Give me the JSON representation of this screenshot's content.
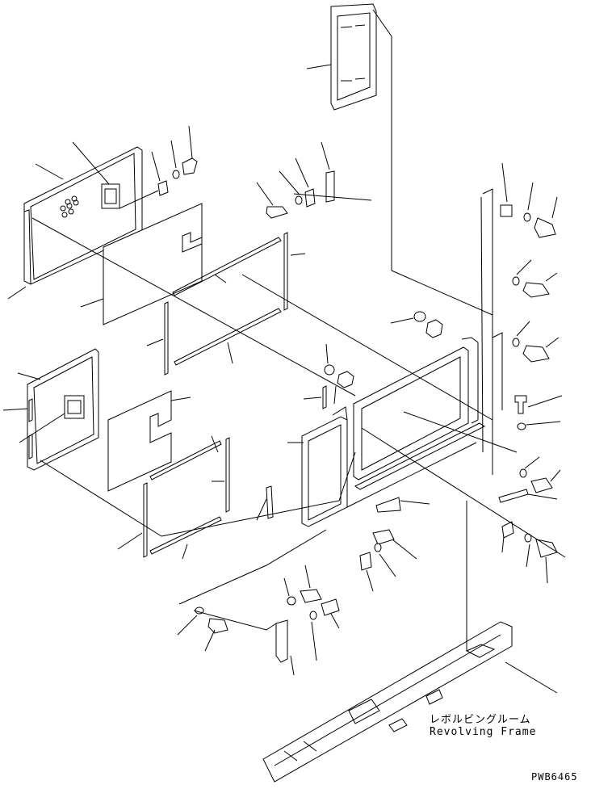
{
  "labels": {
    "part_name_jp": "レボルビングルーム",
    "part_name_en": "Revolving Frame",
    "drawing_code": "PWB6465"
  }
}
